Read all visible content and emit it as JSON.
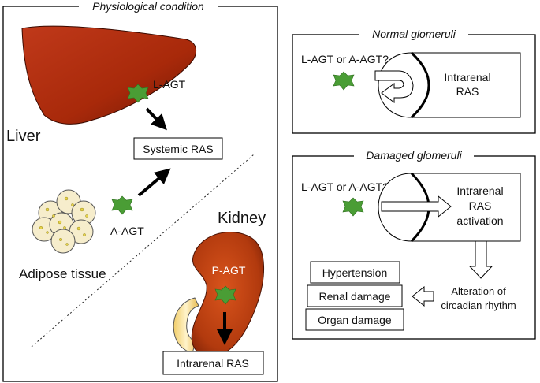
{
  "panel_left": {
    "title": "Physiological condition",
    "liver_label": "Liver",
    "l_agt": "L-AGT",
    "systemic_ras": "Systemic RAS",
    "a_agt": "A-AGT",
    "adipose_label": "Adipose tissue",
    "kidney_label": "Kidney",
    "p_agt": "P-AGT",
    "intrarenal_ras": "Intrarenal RAS"
  },
  "panel_normal": {
    "title": "Normal glomeruli",
    "question": "L-AGT or A-AGT?",
    "box_line1": "Intrarenal",
    "box_line2": "RAS"
  },
  "panel_damaged": {
    "title": "Damaged glomeruli",
    "question": "L-AGT or A-AGT?",
    "box_line1": "Intrarenal",
    "box_line2": "RAS",
    "box_line3": "activation",
    "alteration_line1": "Alteration of",
    "alteration_line2": "circadian rhythm",
    "outcomes": [
      "Hypertension",
      "Renal damage",
      "Organ damage"
    ]
  },
  "colors": {
    "organ_red": "#a8290a",
    "star_green": "#4a9d35",
    "fat_cell": "#f6edcc",
    "fat_droplet": "#e6d24a"
  }
}
